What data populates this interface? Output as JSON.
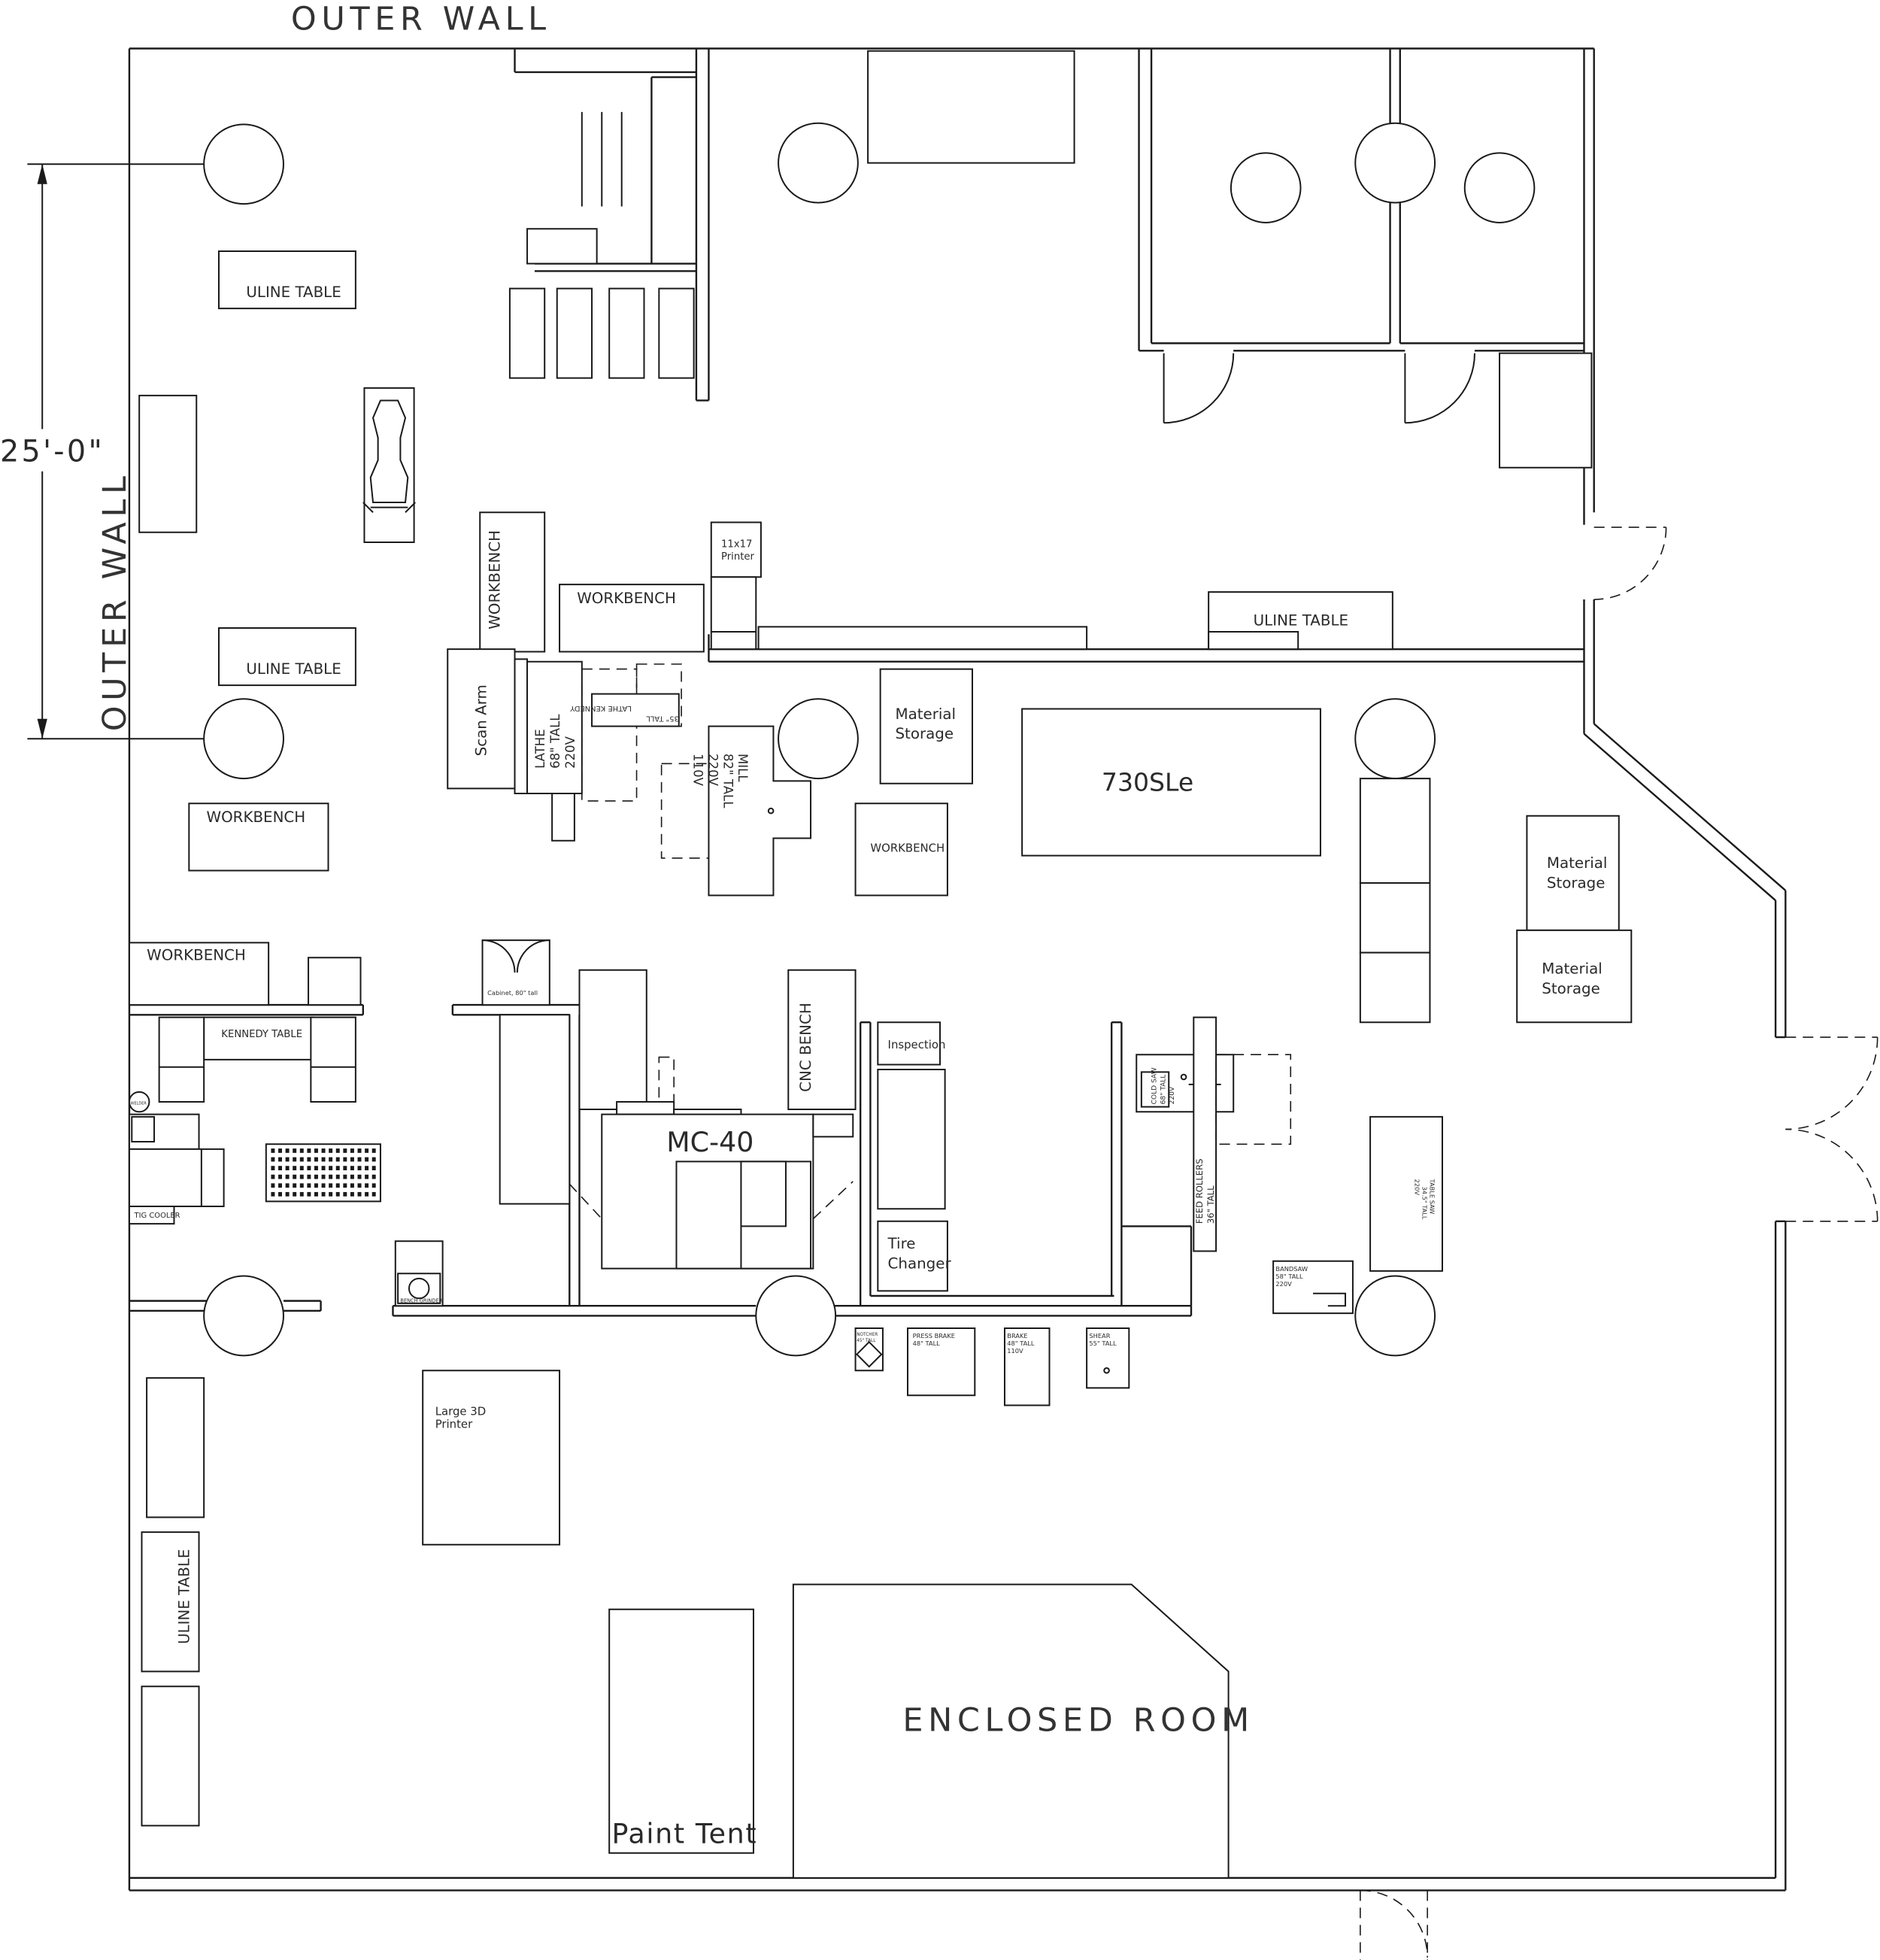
{
  "labels": {
    "outer_wall_top": "OUTER WALL",
    "outer_wall_left": "OUTER WALL",
    "dimension": "25'-0\"",
    "uline_table_1": "ULINE TABLE",
    "uline_table_2": "ULINE TABLE",
    "uline_table_3": "ULINE TABLE",
    "uline_table_vertical": "ULINE TABLE",
    "workbench_vertical": "WORKBENCH",
    "workbench_center": "WORKBENCH",
    "workbench_left": "WORKBENCH",
    "workbench_left_lower": "WORKBENCH",
    "workbench_small": "WORKBENCH",
    "printer_11x17_line1": "11x17",
    "printer_11x17_line2": "Printer",
    "scan_arm": "Scan Arm",
    "lathe_line1": "LATHE",
    "lathe_line2": "68\" TALL",
    "lathe_line3": "220V",
    "lathe_kennedy": "LATHE KENNEDY",
    "lathe_kennedy_tall": "35\" TALL",
    "mill_line1": "MILL",
    "mill_line2": "82\" TALL",
    "mill_line3": "220V",
    "mill_line4": "110V",
    "material_storage_1_line1": "Material",
    "material_storage_1_line2": "Storage",
    "material_storage_2_line1": "Material",
    "material_storage_2_line2": "Storage",
    "material_storage_3_line1": "Material",
    "material_storage_3_line2": "Storage",
    "machine_730": "730SLe",
    "kennedy_table": "KENNEDY TABLE",
    "cabinet": "Cabinet, 80\" tall",
    "cnc_bench": "CNC BENCH",
    "mc40": "MC-40",
    "inspection": "Inspection",
    "tire_line1": "Tire",
    "tire_line2": "Changer",
    "cold_saw_line1": "COLD SAW",
    "cold_saw_line2": "68\" TALL",
    "cold_saw_line3": "220V",
    "feed_rollers_line1": "FEED ROLLERS",
    "feed_rollers_line2": "36\" TALL",
    "table_saw_line1": "TABLE SAW",
    "table_saw_line2": "34.5\" TALL",
    "table_saw_line3": "220V",
    "bandsaw_line1": "BANDSAW",
    "bandsaw_line2": "58\" TALL",
    "bandsaw_line3": "220V",
    "notcher_line1": "NOTCHER",
    "notcher_line2": "45\" TALL",
    "press_brake_line1": "PRESS BRAKE",
    "press_brake_line2": "48\" TALL",
    "brake_line1": "BRAKE",
    "brake_line2": "48\" TALL",
    "brake_line3": "110V",
    "shear_line1": "SHEAR",
    "shear_line2": "55\" TALL",
    "tig_cooler": "TIG COOLER",
    "bench_grinder": "BENCH GRINDER",
    "welder": "WELDER",
    "large_3d_line1": "Large 3D",
    "large_3d_line2": "Printer",
    "paint_tent": "Paint Tent",
    "enclosed_room": "ENCLOSED ROOM"
  }
}
